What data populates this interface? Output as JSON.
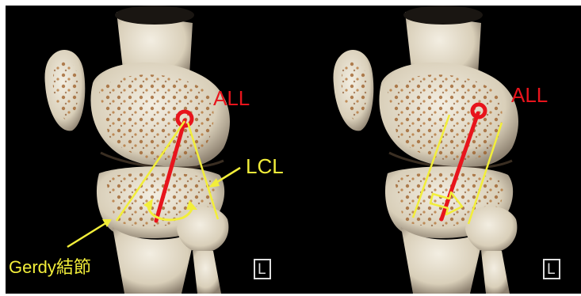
{
  "left_panel": {
    "label_all": "ALL",
    "label_lcl": "LCL",
    "label_gerdy": "Gerdy結節",
    "orientation_marker": "L"
  },
  "right_panel": {
    "label_all": "ALL",
    "orientation_marker": "L"
  },
  "colors": {
    "ligament_red": "#e8141c",
    "annotation_yellow": "#f2ee3a",
    "background": "#000000",
    "bone": "#e6dfcf",
    "bone_spots": "#9a5a22"
  }
}
